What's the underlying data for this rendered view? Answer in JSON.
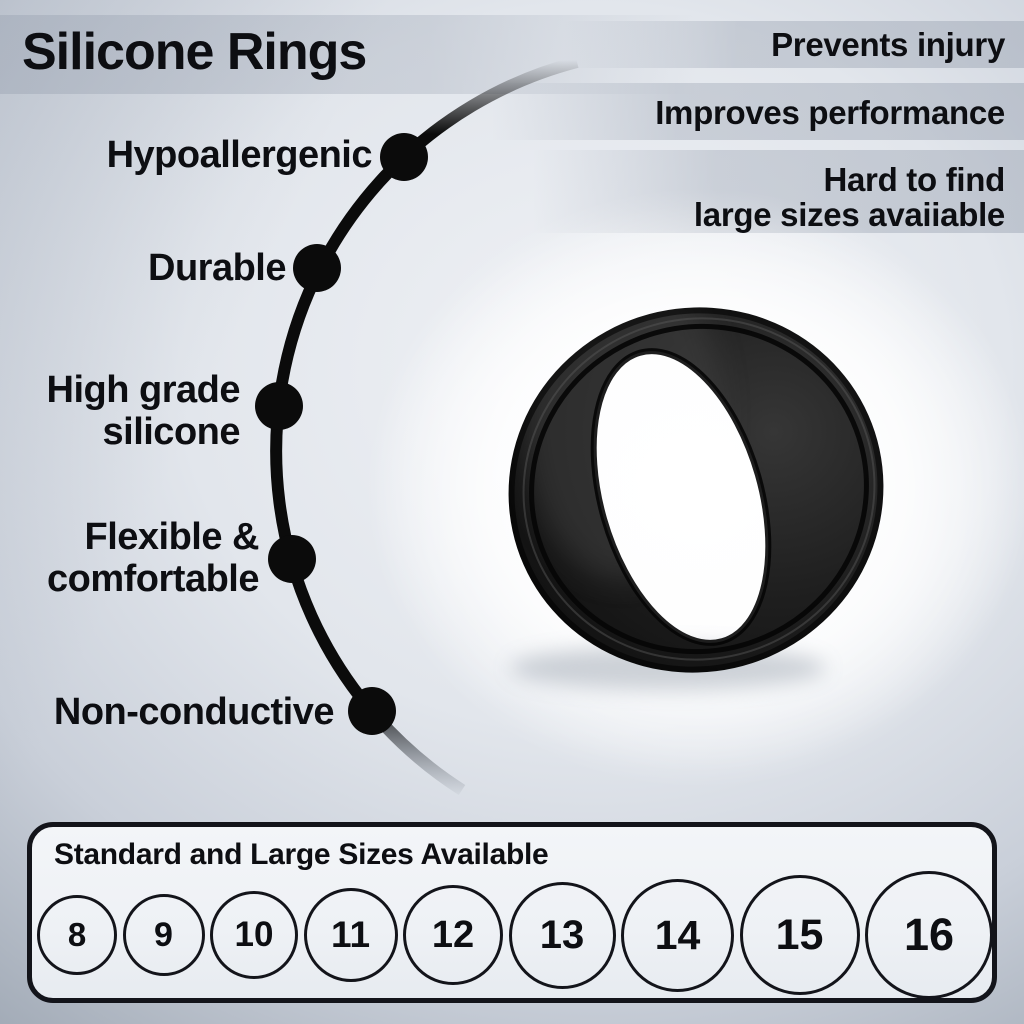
{
  "title": "Silicone Rings",
  "features": {
    "hypoallergenic": "Hypoallergenic",
    "durable": "Durable",
    "high_grade_line1": "High grade",
    "high_grade_line2": "silicone",
    "flexible_line1": "Flexible &",
    "flexible_line2": "comfortable",
    "non_conductive": "Non-conductive"
  },
  "benefits": {
    "prevents_injury": "Prevents injury",
    "improves_performance": "Improves performance",
    "hard_to_find_line1": "Hard to find",
    "hard_to_find_line2": "large sizes avaiiable"
  },
  "size_panel": {
    "heading": "Standard and Large Sizes Available",
    "sizes": [
      "8",
      "9",
      "10",
      "11",
      "12",
      "13",
      "14",
      "15",
      "16"
    ]
  },
  "colors": {
    "ink": "#0d0e12",
    "dot_black": "#0b0b0b",
    "panel_border": "#13141a",
    "panel_bg": "#eef1f5",
    "background_light": "#eff1f5",
    "background_dark": "#9fa8b4"
  }
}
